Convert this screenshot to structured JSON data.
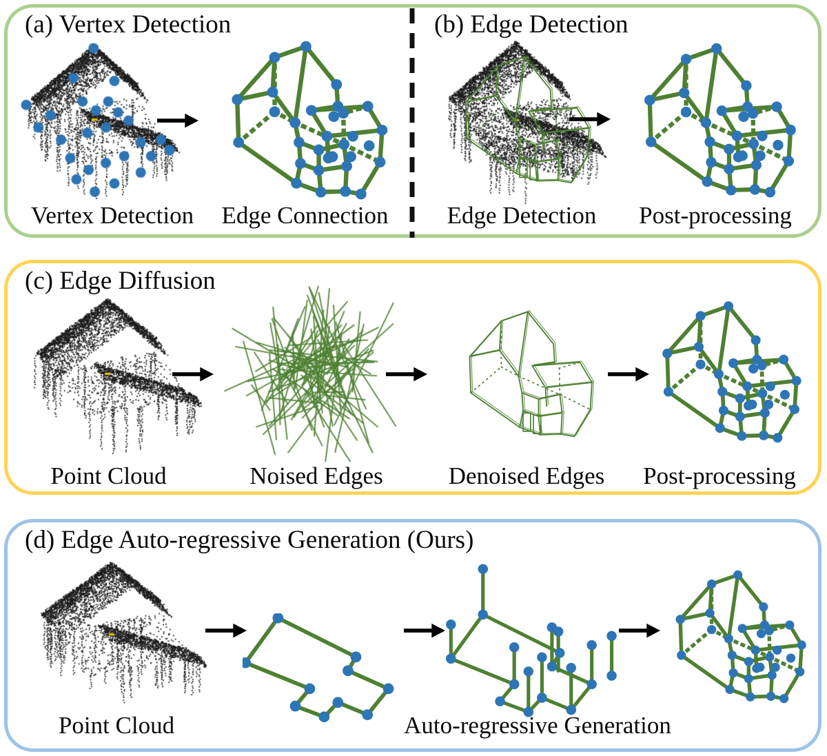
{
  "panel_a": {
    "title": "(a) Vertex Detection",
    "caption_left": "Vertex Detection",
    "caption_right": "Edge Connection"
  },
  "panel_b": {
    "title": "(b) Edge Detection",
    "caption_left": "Edge Detection",
    "caption_right": "Post-processing"
  },
  "panel_c": {
    "title": "(c) Edge Diffusion",
    "captions": [
      "Point Cloud",
      "Noised Edges",
      "Denoised Edges",
      "Post-processing"
    ]
  },
  "panel_d": {
    "title": "(d) Edge Auto-regressive Generation (Ours)",
    "caption_left": "Point Cloud",
    "caption_right": "Auto-regressive Generation"
  },
  "icons": {
    "flow_arrow": "→",
    "panel_divider": "dashed vertical line"
  },
  "colors": {
    "panel_green": "#a8d08d",
    "panel_yellow": "#ffd455",
    "panel_blue": "#9dc3e6",
    "edge_green": "#4e8032",
    "vertex_blue": "#2e75b6",
    "arrow_black": "#000000",
    "point_black": "#1c1c1c",
    "text_black": "#0a0a0a",
    "background": "#ffffff"
  }
}
